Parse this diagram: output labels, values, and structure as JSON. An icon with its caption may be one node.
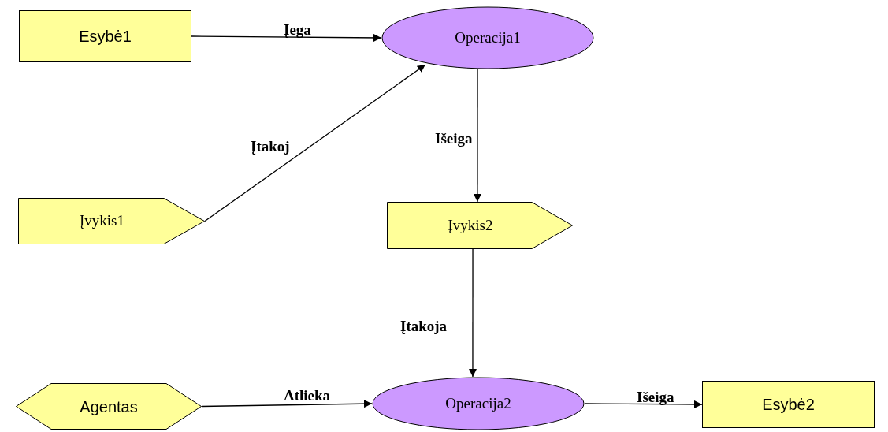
{
  "diagram": {
    "nodes": [
      {
        "text": [
          "Esybė1"
        ]
      },
      {
        "text": [
          "Operacija1"
        ]
      },
      {
        "text": [
          "Įvykis1"
        ]
      },
      {
        "text": [
          "Įvykis2"
        ]
      },
      {
        "text": [
          "Agentas"
        ]
      },
      {
        "text": [
          "Operacija2"
        ]
      },
      {
        "text": [
          "Esybė2"
        ]
      }
    ],
    "edges": [
      {
        "from": 0,
        "to": 1,
        "arrow": "to",
        "label": "Įega"
      },
      {
        "from": 2,
        "to": 1,
        "arrow": "to",
        "label": "Įtakoj"
      },
      {
        "from": 1,
        "to": 3,
        "arrow": "to",
        "label": "Išeiga"
      },
      {
        "from": 3,
        "to": 5,
        "arrow": "to",
        "label": "Įtakoja"
      },
      {
        "from": 4,
        "to": 5,
        "arrow": "to",
        "label": "Atlieka"
      },
      {
        "from": 5,
        "to": 6,
        "arrow": "to",
        "label": "Išeiga"
      }
    ]
  }
}
